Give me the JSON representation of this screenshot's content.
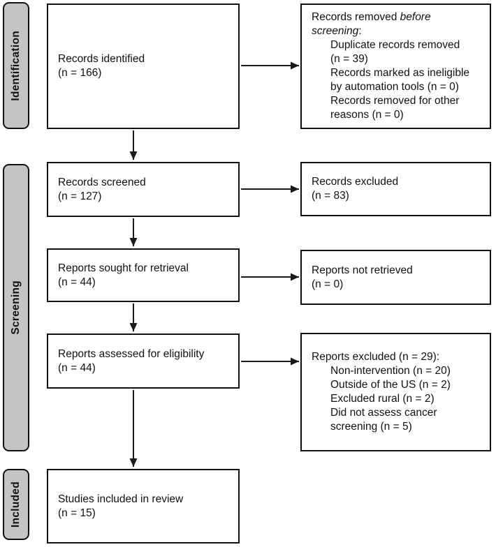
{
  "stages": [
    {
      "label": "Identification"
    },
    {
      "label": "Screening"
    },
    {
      "label": "Included"
    }
  ],
  "boxes": {
    "records_identified": {
      "lines": [
        "Records identified",
        "(n = 166)"
      ]
    },
    "records_removed": {
      "heading_text": "Records removed ",
      "heading_italic1": "before",
      "heading_italic2": "screening",
      "heading_suffix": ":",
      "items": [
        "Duplicate records removed",
        "(n = 39)",
        "Records marked as ineligible",
        "by automation tools (n = 0)",
        "Records removed for other",
        "reasons (n = 0)"
      ]
    },
    "records_screened": {
      "lines": [
        "Records screened",
        "(n = 127)"
      ]
    },
    "records_excluded": {
      "lines": [
        "Records excluded",
        "(n = 83)"
      ]
    },
    "reports_sought": {
      "lines": [
        "Reports sought for retrieval",
        "(n = 44)"
      ]
    },
    "reports_not_retrieved": {
      "lines": [
        "Reports not retrieved",
        "(n = 0)"
      ]
    },
    "reports_assessed": {
      "lines": [
        "Reports assessed for eligibility",
        "(n = 44)"
      ]
    },
    "reports_excluded": {
      "heading": "Reports excluded (n = 29):",
      "items": [
        "Non-intervention (n = 20)",
        "Outside of the US (n = 2)",
        "Excluded rural (n = 2)",
        "Did not assess cancer",
        "screening (n = 5)"
      ]
    },
    "studies_included": {
      "lines": [
        "Studies included in review",
        "(n = 15)"
      ]
    }
  },
  "counts": {
    "identified": 166,
    "duplicates_removed": 39,
    "automation_ineligible": 0,
    "other_reasons_removed": 0,
    "screened": 127,
    "records_excluded": 83,
    "sought_for_retrieval": 44,
    "not_retrieved": 0,
    "assessed_for_eligibility": 44,
    "reports_excluded_total": 29,
    "non_intervention": 20,
    "outside_us": 2,
    "excluded_rural": 2,
    "did_not_assess_cancer_screening": 5,
    "included_in_review": 15
  },
  "colors": {
    "stage_fill": "#c4c4c4",
    "box_border": "#111111",
    "arrow": "#1a1a1a",
    "background": "#ffffff"
  }
}
